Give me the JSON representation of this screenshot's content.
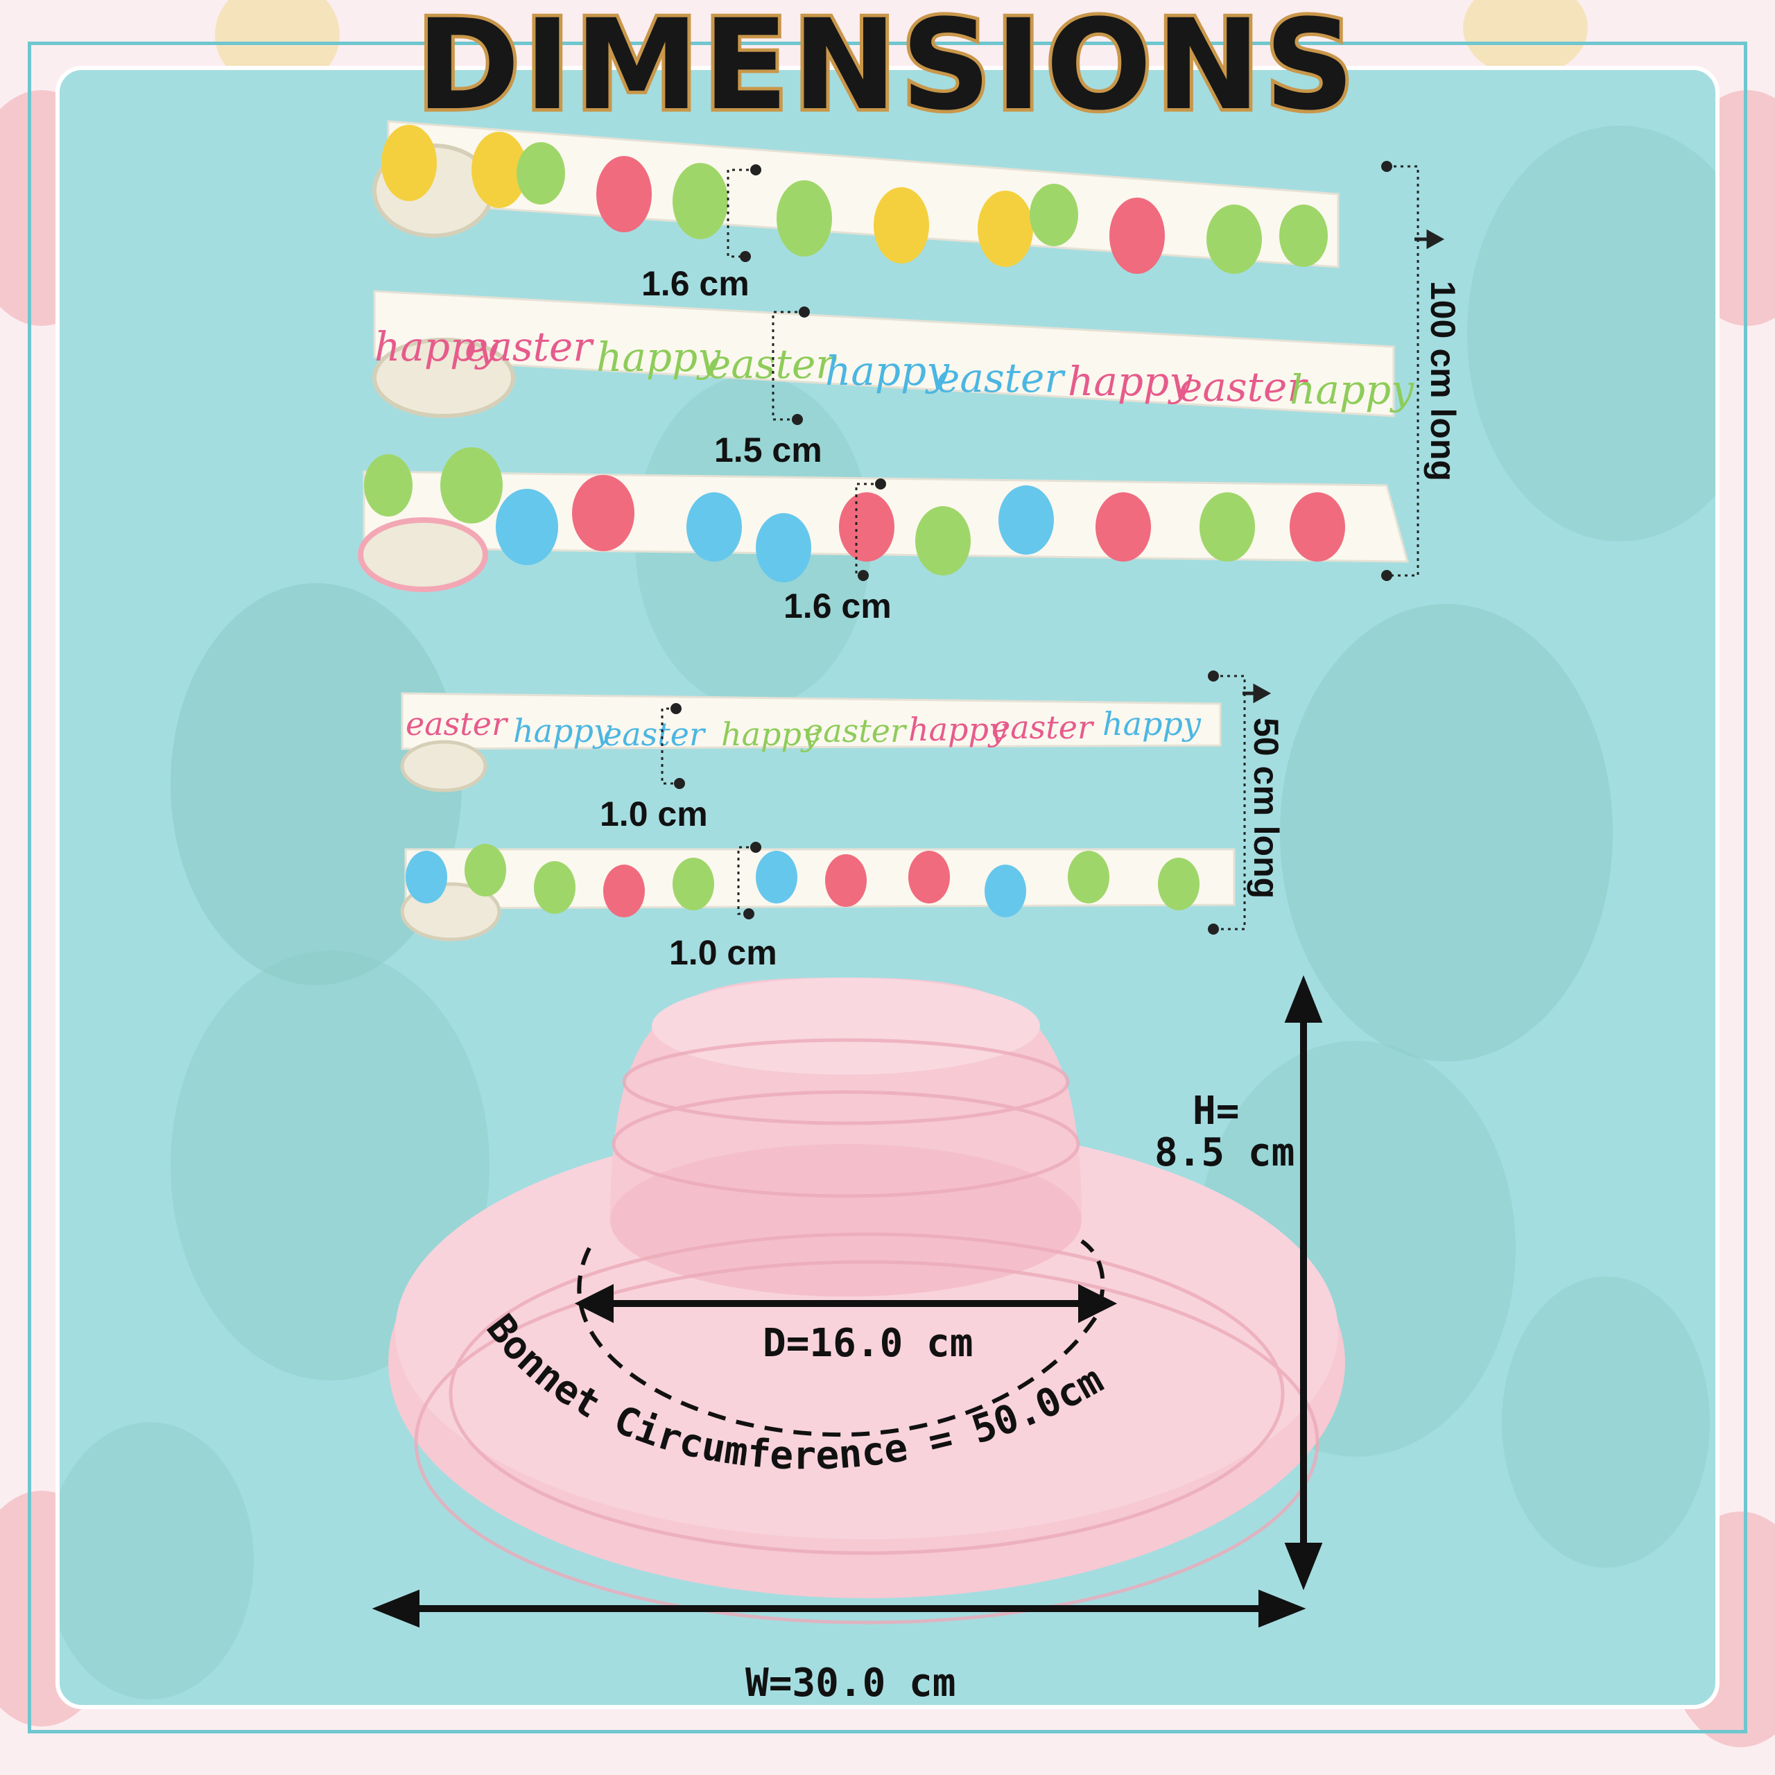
{
  "title": "DIMENSIONS",
  "ribbons_long": {
    "length_label": "100 cm long",
    "widths": [
      "1.6 cm",
      "1.5 cm",
      "1.6 cm"
    ],
    "text_pattern": [
      "happy",
      "easter"
    ]
  },
  "ribbons_short": {
    "length_label": "50 cm long",
    "widths": [
      "1.0 cm",
      "1.0 cm"
    ]
  },
  "bonnet": {
    "height_label_line1": "H=",
    "height_label_line2": "8.5 cm",
    "diameter_label": "D=16.0 cm",
    "circumference_label": "Bonnet Circumference = 50.0cm",
    "width_label": "W=30.0 cm"
  },
  "colors": {
    "panel": "#a4dde0",
    "border": "#6fc6cf",
    "bonnet": "#f6c9d3",
    "egg_pink": "#f06b7e",
    "egg_green": "#9fd66a",
    "egg_blue": "#66c7ec",
    "egg_yellow": "#f4d03f"
  }
}
